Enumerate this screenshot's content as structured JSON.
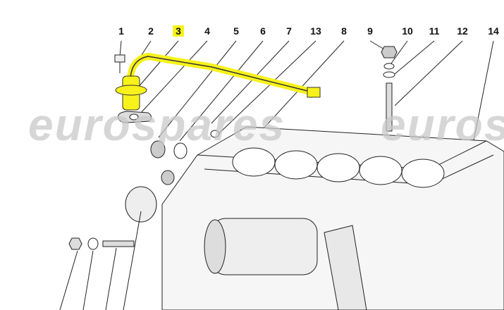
{
  "diagram": {
    "callouts": [
      {
        "label": "1",
        "highlighted": false
      },
      {
        "label": "2",
        "highlighted": false
      },
      {
        "label": "3",
        "highlighted": true
      },
      {
        "label": "4",
        "highlighted": false
      },
      {
        "label": "5",
        "highlighted": false
      },
      {
        "label": "6",
        "highlighted": false
      },
      {
        "label": "7",
        "highlighted": false
      },
      {
        "label": "13",
        "highlighted": false
      },
      {
        "label": "8",
        "highlighted": false
      },
      {
        "label": "9",
        "highlighted": false
      },
      {
        "label": "10",
        "highlighted": false
      },
      {
        "label": "11",
        "highlighted": false
      },
      {
        "label": "12",
        "highlighted": false
      },
      {
        "label": "14",
        "highlighted": false
      }
    ],
    "watermark": "eurospares",
    "highlight_color": "#f7f21a"
  }
}
